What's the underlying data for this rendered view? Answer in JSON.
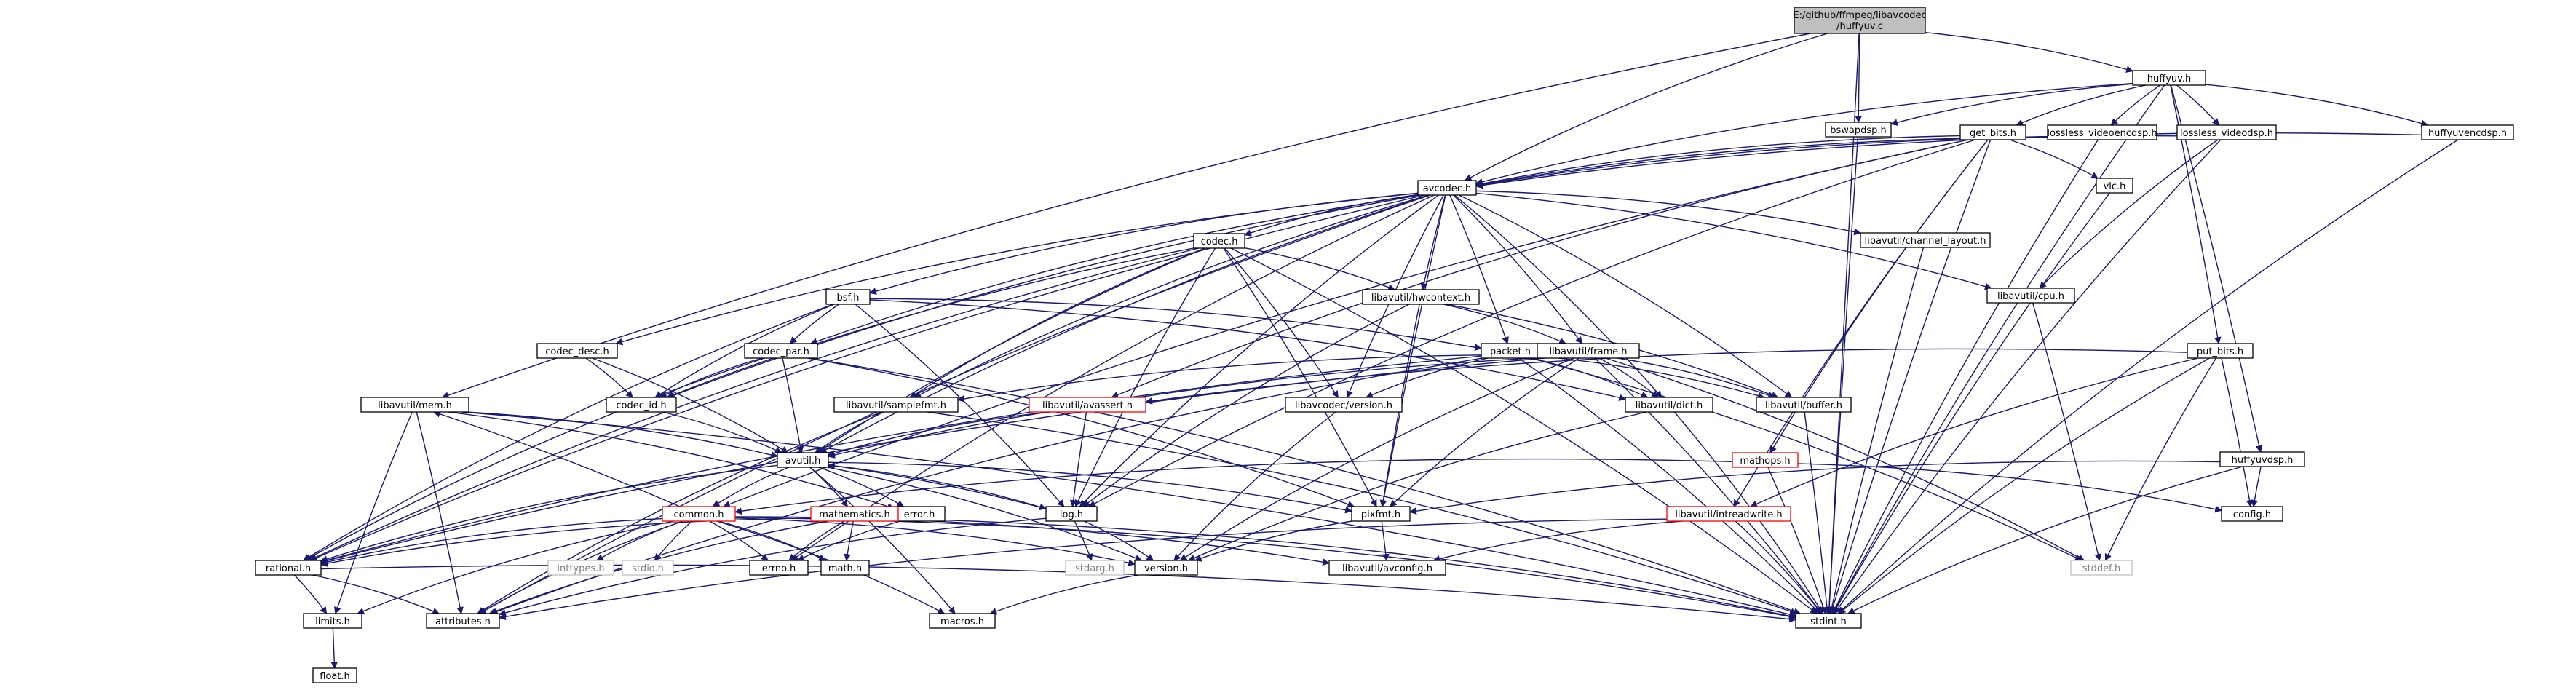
{
  "colors": {
    "edge": "#191970",
    "box_border": "#000000",
    "box_border_red": "#ff0000",
    "box_border_light": "#bfbfbf",
    "root_fill": "#bfbfbf",
    "text": "#000000"
  },
  "nodes": {
    "root": {
      "label_line1": "E:/github/ffmpeg/libavcodec",
      "label_line2": "/huffyuv.c"
    },
    "huffyuv_h": "huffyuv.h",
    "bswapdsp_h": "bswapdsp.h",
    "get_bits_h": "get_bits.h",
    "lossless_videoencdsp_h": "lossless_videoencdsp.h",
    "lossless_videodsp_h": "lossless_videodsp.h",
    "huffyuvencdsp_h": "huffyuvencdsp.h",
    "avcodec_h": "avcodec.h",
    "vlc_h": "vlc.h",
    "channel_layout_h": "libavutil/channel_layout.h",
    "codec_h": "codec.h",
    "bsf_h": "bsf.h",
    "hwcontext_h": "libavutil/hwcontext.h",
    "cpu_h": "libavutil/cpu.h",
    "put_bits_h": "put_bits.h",
    "codec_desc_h": "codec_desc.h",
    "codec_par_h": "codec_par.h",
    "packet_h": "packet.h",
    "frame_h": "libavutil/frame.h",
    "mem_h": "libavutil/mem.h",
    "codec_id_h": "codec_id.h",
    "samplefmt_h": "libavutil/samplefmt.h",
    "avassert_h": "libavutil/avassert.h",
    "lavc_version_h": "libavcodec/version.h",
    "dict_h": "libavutil/dict.h",
    "buffer_h": "libavutil/buffer.h",
    "huffyuvdsp_h": "huffyuvdsp.h",
    "avutil_h": "avutil.h",
    "mathops_h": "mathops.h",
    "error_h": "error.h",
    "common_h": "common.h",
    "mathematics_h": "mathematics.h",
    "log_h": "log.h",
    "pixfmt_h": "pixfmt.h",
    "intreadwrite_h": "libavutil/intreadwrite.h",
    "config_h": "config.h",
    "rational_h": "rational.h",
    "inttypes_h": "inttypes.h",
    "stdio_h": "stdio.h",
    "errno_h": "errno.h",
    "math_h": "math.h",
    "stdarg_h": "stdarg.h",
    "version_h": "version.h",
    "avconfig_h": "libavutil/avconfig.h",
    "stddef_h": "stddef.h",
    "limits_h": "limits.h",
    "attributes_h": "attributes.h",
    "macros_h": "macros.h",
    "stdint_h": "stdint.h",
    "float_h": "float.h"
  }
}
